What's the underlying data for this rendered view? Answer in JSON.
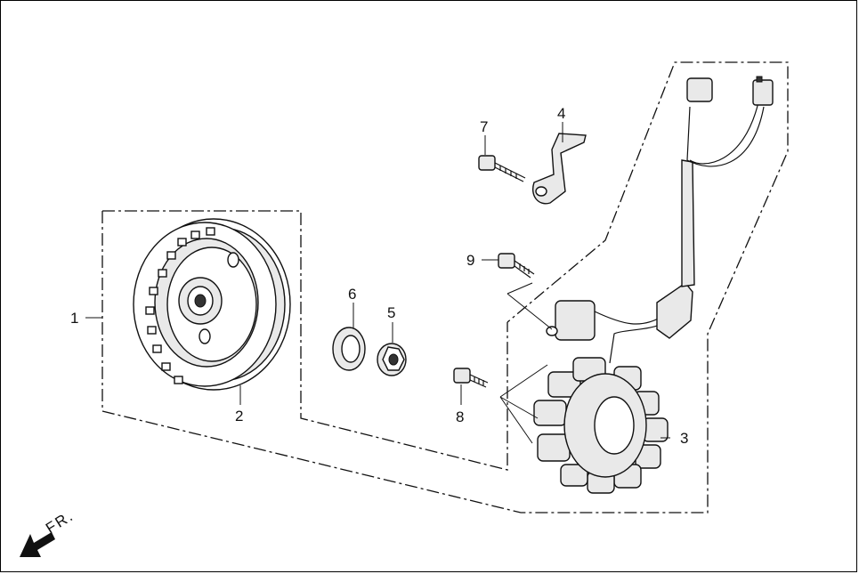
{
  "callouts": {
    "c1": "1",
    "c2": "2",
    "c3": "3",
    "c4": "4",
    "c5": "5",
    "c6": "6",
    "c7": "7",
    "c8": "8",
    "c9": "9"
  },
  "direction_label": "FR.",
  "icons": {
    "direction": "arrow-down-left-icon"
  }
}
